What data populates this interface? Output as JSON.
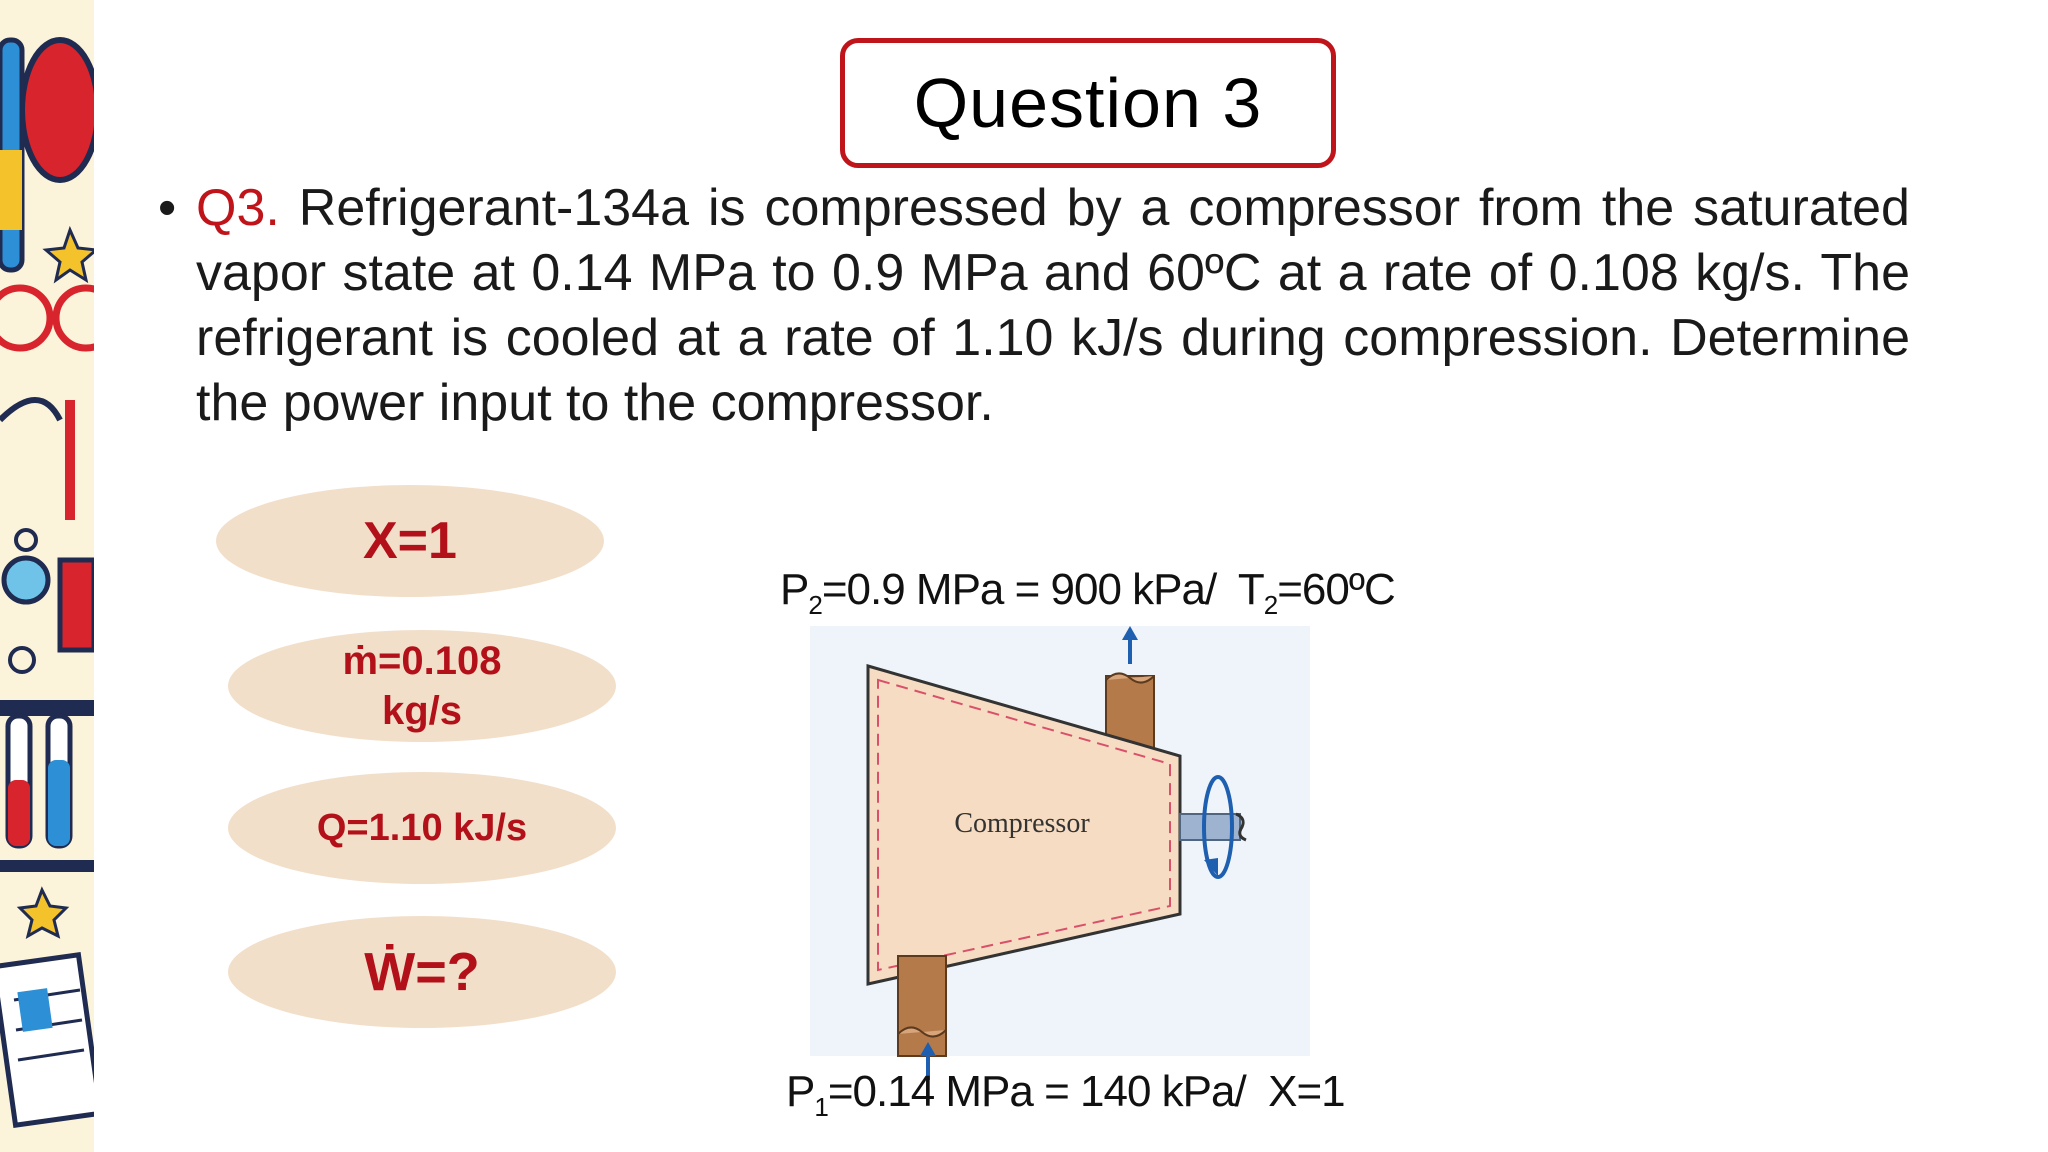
{
  "title": "Question 3",
  "question": {
    "bullet": "•",
    "label": "Q3.",
    "text": "Refrigerant-134a is compressed by a compressor from the saturated vapor state at 0.14 MPa to 0.9 MPa and 60ºC at a rate of 0.108 kg/s. The refrigerant is cooled at a rate of 1.10 kJ/s during compression. Determine the power input to the compressor."
  },
  "givens": {
    "quality": "X=1",
    "mass_flow_line1": "ṁ=0.108",
    "mass_flow_line2": "kg/s",
    "heat": "Q=1.10 kJ/s",
    "work": "Ẇ=?"
  },
  "diagram": {
    "compressor_label": "Compressor",
    "outlet": {
      "p_symbol": "P",
      "p_sub": "2",
      "p_value": "=0.9 MPa = 900 kPa/  ",
      "t_symbol": "T",
      "t_sub": "2",
      "t_value": "=60ºC"
    },
    "inlet": {
      "p_symbol": "P",
      "p_sub": "1",
      "p_value": "=0.14 MPa = 140 kPa/  X=1"
    }
  },
  "colors": {
    "accent_red": "#c0141b",
    "ellipse_fill": "#f2dfca",
    "compressor_fill": "#f6dcc2",
    "pipe_brown": "#b47a4a",
    "arrow_blue": "#1f5fb0"
  }
}
